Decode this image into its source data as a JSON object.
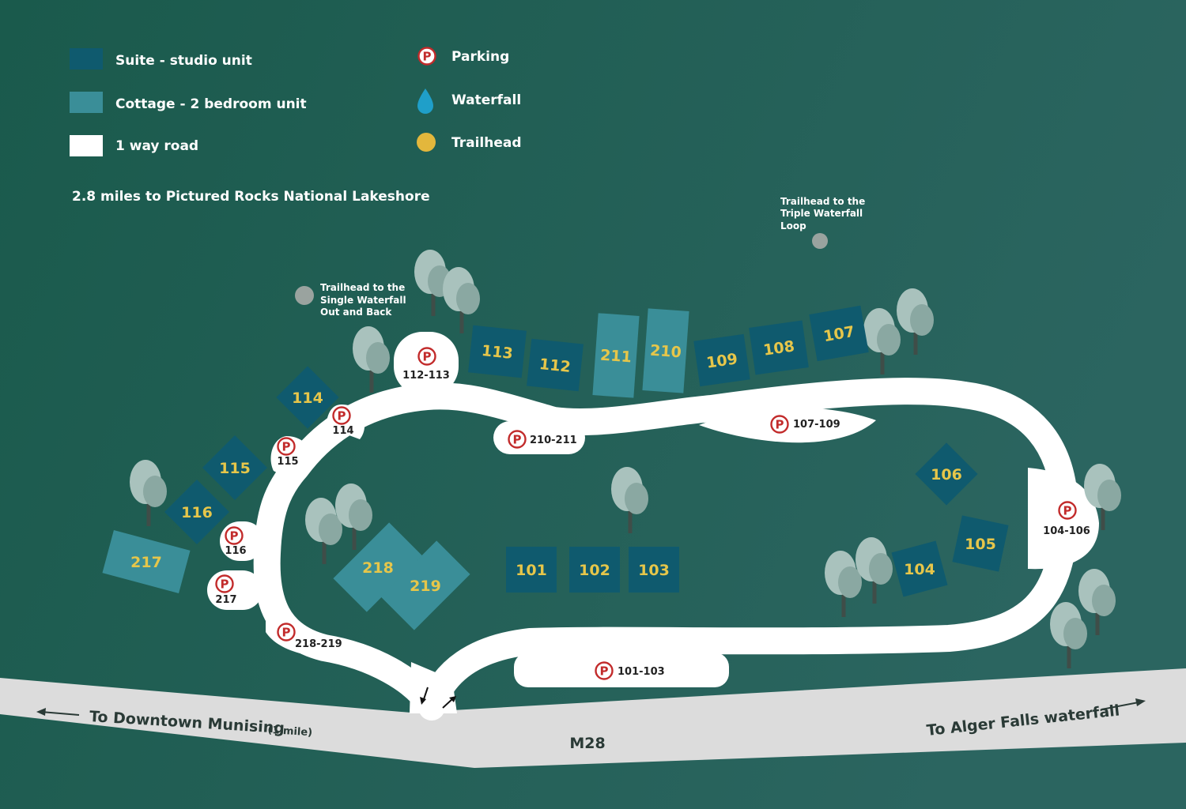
{
  "colors": {
    "background": "#1f5a4f",
    "suite": "#0f5a6e",
    "cottage": "#3a8e98",
    "road": "#ffffff",
    "highway": "#dcdcdc",
    "parking": "#c22b2b",
    "waterfall": "#1f9fc9",
    "trailhead": "#e3b73c",
    "trail_marker": "#9aa39f",
    "unit_label": "#e6c64a"
  },
  "legend": {
    "suite": "Suite - studio unit",
    "cottage": "Cottage - 2 bedroom unit",
    "road": "1 way road",
    "parking": "Parking",
    "waterfall": "Waterfall",
    "trailhead": "Trailhead"
  },
  "notes": {
    "lakeshore": "2.8 miles to Pictured Rocks National Lakeshore",
    "triple_trail": [
      "Trailhead to the",
      "Triple Waterfall",
      "Loop"
    ],
    "single_trail": [
      "Trailhead to the",
      "Single Waterfall",
      "Out and Back"
    ]
  },
  "units": {
    "u113": "113",
    "u112": "112",
    "u211": "211",
    "u210": "210",
    "u109": "109",
    "u108": "108",
    "u107": "107",
    "u114": "114",
    "u115": "115",
    "u116": "116",
    "u217": "217",
    "u218": "218",
    "u219": "219",
    "u101": "101",
    "u102": "102",
    "u103": "103",
    "u106": "106",
    "u105": "105",
    "u104": "104"
  },
  "parking": {
    "p112_113": "112-113",
    "p114": "114",
    "p115": "115",
    "p116": "116",
    "p217": "217",
    "p218_219": "218-219",
    "p210_211": "210-211",
    "p107_109": "107-109",
    "p104_106": "104-106",
    "p101_103": "101-103"
  },
  "highway": {
    "name": "M28",
    "left_dest": "To Downtown Munising",
    "left_dist": "(1 mile)",
    "right_dest": "To Alger Falls waterfall"
  }
}
